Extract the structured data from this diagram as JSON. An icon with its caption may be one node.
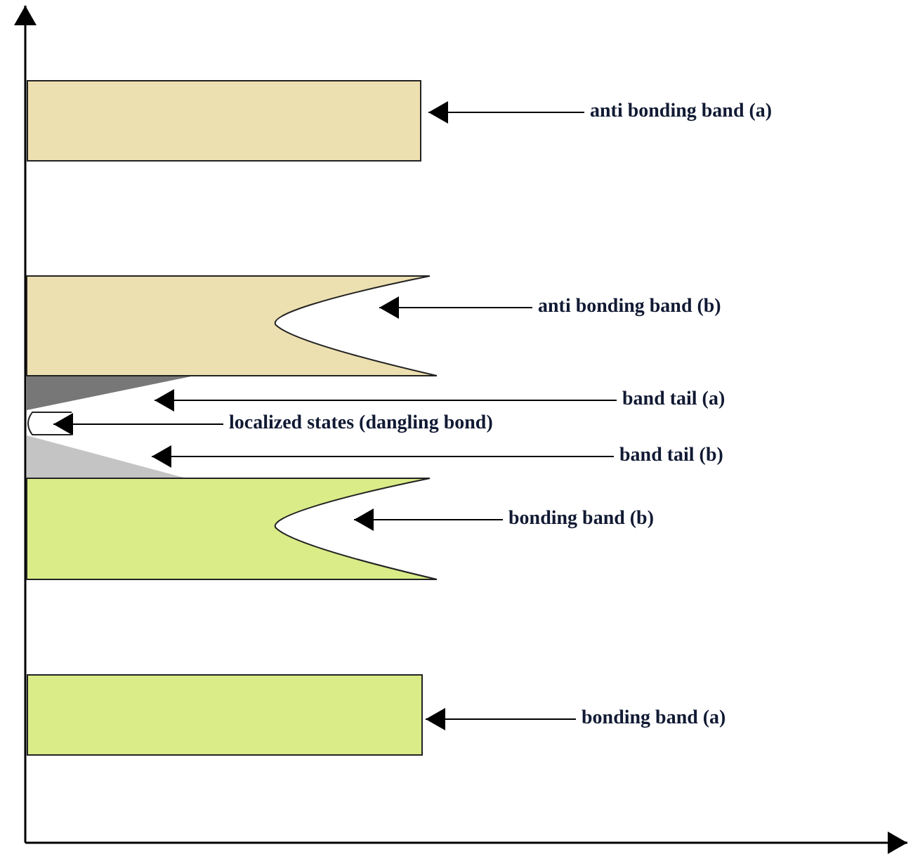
{
  "diagram": {
    "nodes": [
      {
        "text": [
          "anti bonding band (a)"
        ]
      },
      {
        "text": [],
        "shape": "box"
      },
      {
        "text": [],
        "shape": "band"
      },
      {
        "text": [
          "anti bonding band (b)"
        ]
      },
      {
        "text": [],
        "shape": "wedge"
      },
      {
        "text": [
          "band tail (a)"
        ]
      },
      {
        "text": [],
        "shape": "bar"
      },
      {
        "text": [
          "localized states (dangling bond)"
        ]
      },
      {
        "text": [],
        "shape": "wedge"
      },
      {
        "text": [
          "band tail (b)"
        ]
      },
      {
        "text": [],
        "shape": "band"
      },
      {
        "text": [
          "bonding band (b)"
        ]
      },
      {
        "text": [],
        "shape": "box"
      },
      {
        "text": [
          "bonding band (a)"
        ]
      }
    ],
    "edges": [
      {
        "from": 0,
        "to": 1,
        "arrow": "to"
      },
      {
        "from": 3,
        "to": 2,
        "arrow": "to"
      },
      {
        "from": 5,
        "to": 4,
        "arrow": "to"
      },
      {
        "from": 7,
        "to": 6,
        "arrow": "to"
      },
      {
        "from": 9,
        "to": 8,
        "arrow": "to"
      },
      {
        "from": 11,
        "to": 10,
        "arrow": "to"
      },
      {
        "from": 13,
        "to": 12,
        "arrow": "to"
      }
    ]
  }
}
